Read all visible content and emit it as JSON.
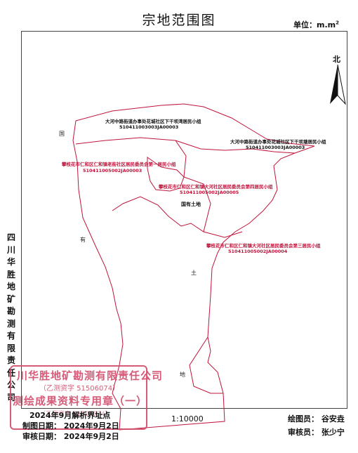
{
  "title": "宗地范围图",
  "unit_label": "单位：m.m",
  "unit_sup": "2",
  "north_label": "北",
  "vertical_company": [
    "四",
    "川",
    "华",
    "胜",
    "地",
    "矿",
    "勘",
    "测",
    "有",
    "限",
    "责",
    "任",
    "公",
    "司"
  ],
  "labels": {
    "black_1_name": "大河中路街道办事处花城社区下干坝湾居民小组",
    "black_1_code": "510411003003JA00003",
    "black_2_name": "大河中路街道办事处花城社区下干坝塘居民小组",
    "black_2_code": "510411003003JA00003",
    "red_1_name": "攀枝花市仁和区仁和镇老街社区居民委员会第一居民小组",
    "red_1_code": "510411005002JA00003",
    "red_2_name": "攀枝花市仁和区仁和镇大河社区居民委员会第四居民小组",
    "red_2_code": "510411005002JA00005",
    "red_3_name": "攀枝花市仁和区仁和镇大河社区居民委员会第三居民小组",
    "red_3_code": "510411005002JA00004",
    "state_land": "国有土地"
  },
  "geo_chars": {
    "guo": "国",
    "you": "有",
    "tu": "土",
    "di": "地"
  },
  "stamp": {
    "line1": "川华胜地矿勘测有限责任公司",
    "line2": "（乙测资字 51506074）",
    "line3": "测绘成果资料专用章（一）",
    "line4": "（乙测资字 51506074）"
  },
  "footer": {
    "analysis": "2024年9月解析界址点",
    "drawn_date": "制图日期：  2024年9月2日",
    "review_date": "审核日期：  2024年9月2日",
    "scale": "1:10000",
    "drawer": "绘图员：  谷安垚",
    "reviewer": "审核员：  张少宁"
  }
}
